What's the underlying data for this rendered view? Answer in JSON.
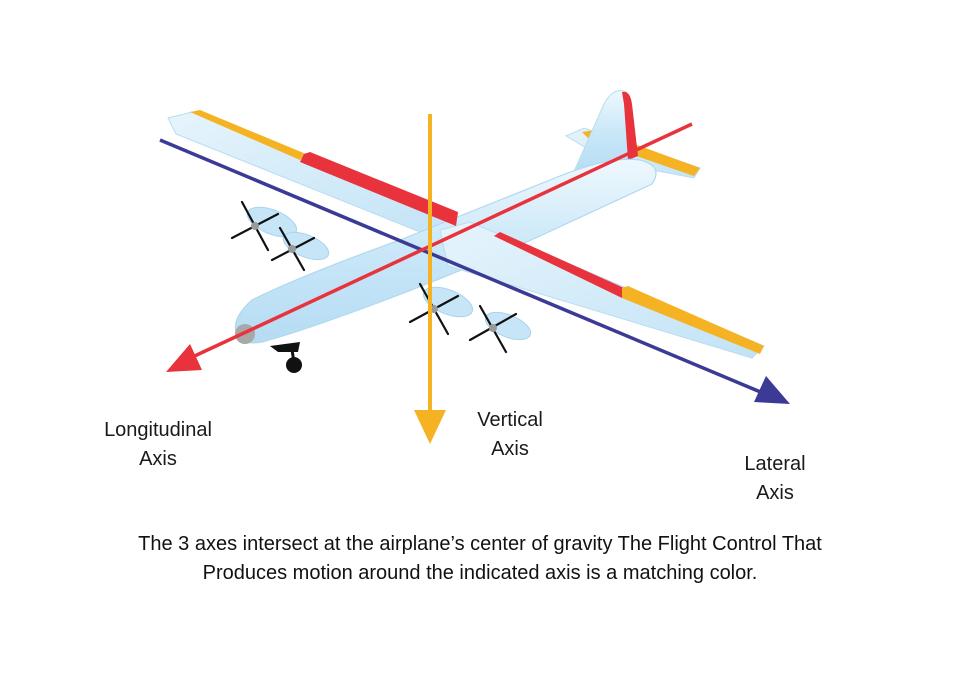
{
  "labels": {
    "longitudinal": [
      "Longitudinal",
      "Axis"
    ],
    "vertical": [
      "Vertical",
      "Axis"
    ],
    "lateral": [
      "Lateral",
      "Axis"
    ]
  },
  "caption": {
    "line1": "The 3 axes intersect at the airplane’s center of gravity  The Flight Control That",
    "line2": "Produces motion around the indicated axis is a matching color."
  },
  "colors": {
    "longitudinal_axis": "#e8323c",
    "vertical_axis": "#f5b324",
    "lateral_axis": "#3b3b96",
    "aircraft_body": "#c9e7f8",
    "aircraft_highlight": "#eef8fd",
    "aileron": "#e8323c",
    "rudder": "#e8323c",
    "elevator": "#f5b324",
    "wingtip": "#f5b324"
  }
}
